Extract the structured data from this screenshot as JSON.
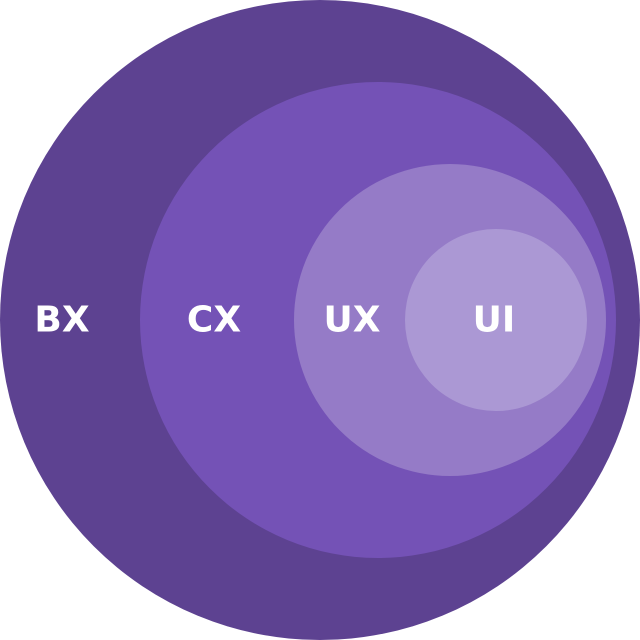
{
  "diagram": {
    "type": "nested-circles",
    "layers": [
      {
        "label": "BX",
        "color": "#5d4291"
      },
      {
        "label": "CX",
        "color": "#7452b6"
      },
      {
        "label": "UX",
        "color": "#957bc7"
      },
      {
        "label": "UI",
        "color": "#ab98d4"
      }
    ]
  }
}
